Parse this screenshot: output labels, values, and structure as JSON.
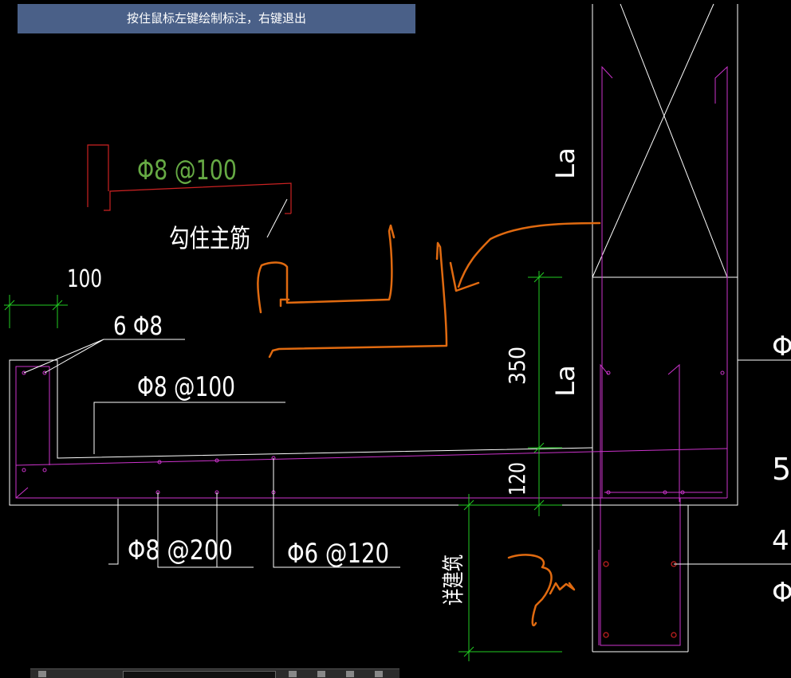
{
  "banner": {
    "text": "按住鼠标左键绘制标注，右键退出"
  },
  "labels": {
    "top_rebar": "Φ8 @100",
    "hook_note": "勾住主筋",
    "spacing": "100",
    "count_rebar": "6 Φ8",
    "slab_rebar": "Φ8 @100",
    "dim_350": "350",
    "la_lower": "La",
    "la_upper": "La",
    "dim_120": "120",
    "bottom_rebar_1": "Φ8 @200",
    "bottom_rebar_2": "Φ6 @120",
    "see_arch": "详建筑",
    "handwritten": "3cm",
    "edge_phi_1": "Φ",
    "edge_5": "5",
    "edge_4": "4",
    "edge_phi_2": "Φ"
  },
  "colors": {
    "background": "#000000",
    "line_white": "#ffffff",
    "line_magenta": "#cc33cc",
    "line_green": "#22cc22",
    "line_red": "#cc2222",
    "text_green": "#66aa44",
    "marker_orange": "#e06a10",
    "banner": "#4a6088"
  }
}
